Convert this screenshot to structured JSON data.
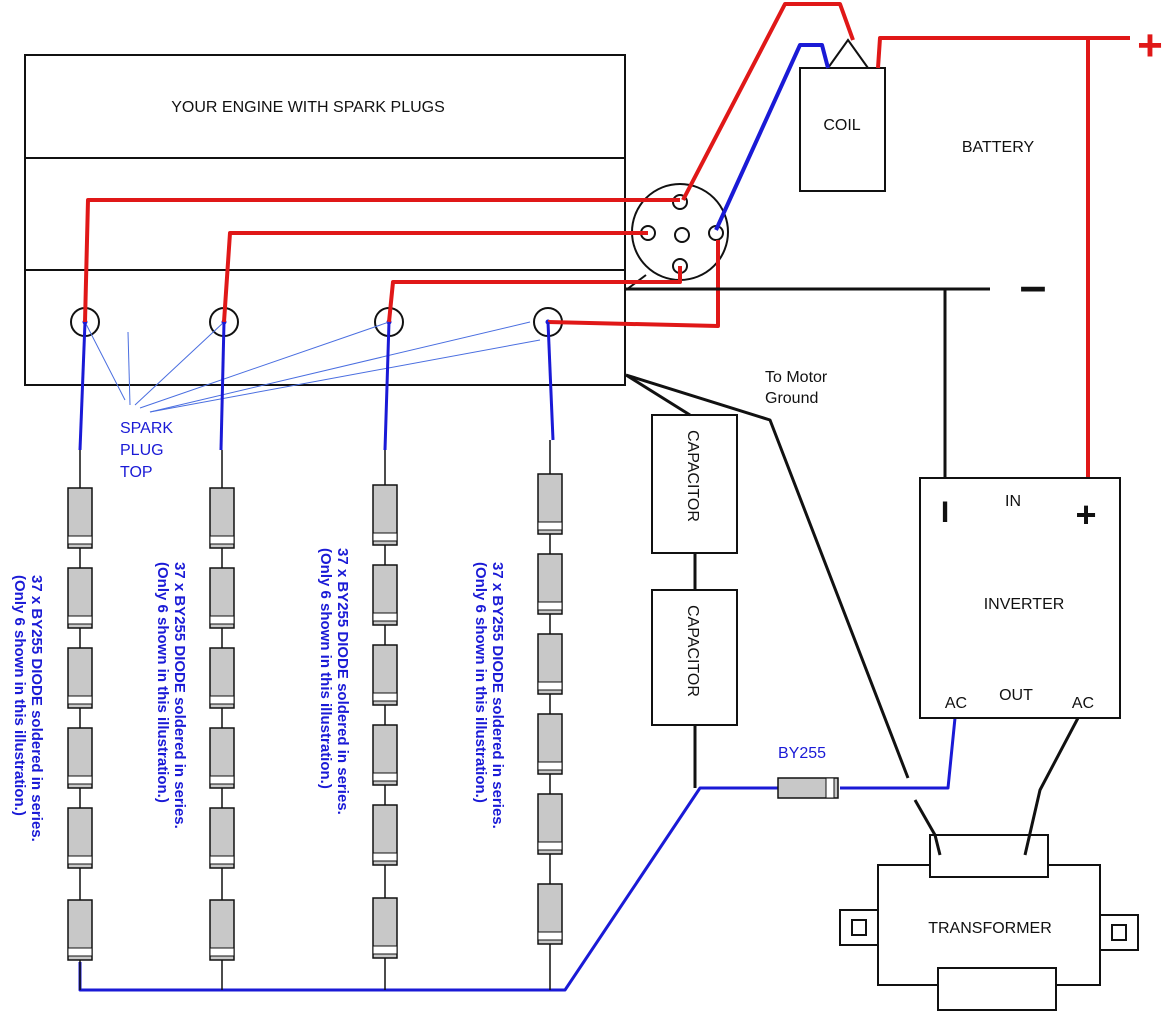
{
  "labels": {
    "engine": "YOUR ENGINE WITH SPARK PLUGS",
    "coil": "COIL",
    "battery": "BATTERY",
    "battery_plus": "+",
    "battery_minus": "–",
    "spark_plug_top_1": "SPARK",
    "spark_plug_top_2": "PLUG",
    "spark_plug_top_3": "TOP",
    "motor_ground_1": "To Motor",
    "motor_ground_2": "Ground",
    "capacitor_1": "CAPACITOR",
    "capacitor_2": "CAPACITOR",
    "inverter": "INVERTER",
    "inverter_minus": "I",
    "inverter_in": "IN",
    "inverter_plus": "+",
    "inverter_out": "OUT",
    "inverter_ac_left": "AC",
    "inverter_ac_right": "AC",
    "by255": "BY255",
    "transformer": "TRANSFORMER"
  },
  "diode_strings": [
    {
      "line1": "37 x BY255 DIODE soldered in series.",
      "line2": "(Only 6 shown in this illustration.)"
    },
    {
      "line1": "37 x BY255 DIODE soldered in series.",
      "line2": "(Only 6 shown in this illustration.)"
    },
    {
      "line1": "37 x BY255 DIODE soldered in series.",
      "line2": "(Only 6 shown in this illustration.)"
    },
    {
      "line1": "37 x BY255 DIODE soldered in series.",
      "line2": "(Only 6 shown in this illustration.)"
    }
  ],
  "colors": {
    "hot_wire": "#e01818",
    "ground_wire": "#111111",
    "hv_wire": "#1a1ad6",
    "diode_body": "#c8c8c8"
  }
}
